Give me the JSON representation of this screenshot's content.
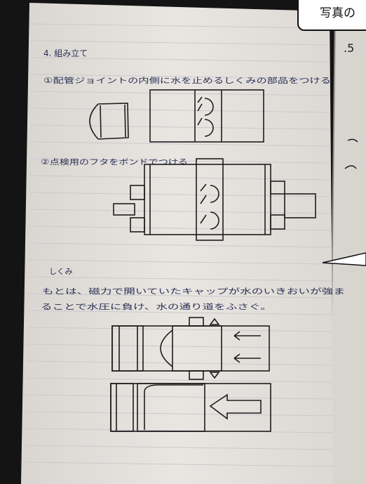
{
  "notebook": {
    "heading": "4. 組み立て",
    "step1": "①配管ジョイントの内側に水を止めるしくみの部品をつける",
    "step2": "②点検用のフタをボンドでつける",
    "section": "しくみ",
    "explain_line1": "もとは、磁力で開いていたキャップが水のいきおいが強ま",
    "explain_line2": "ることで水圧に負け、水の通り道をふさぐ。"
  },
  "caption": {
    "text": "写真の"
  },
  "right_page": {
    "number": ".5"
  },
  "colors": {
    "paper": "#e7e4df",
    "ink": "#2a2f55",
    "rule": "#c9c6cf",
    "background": "#151515"
  }
}
